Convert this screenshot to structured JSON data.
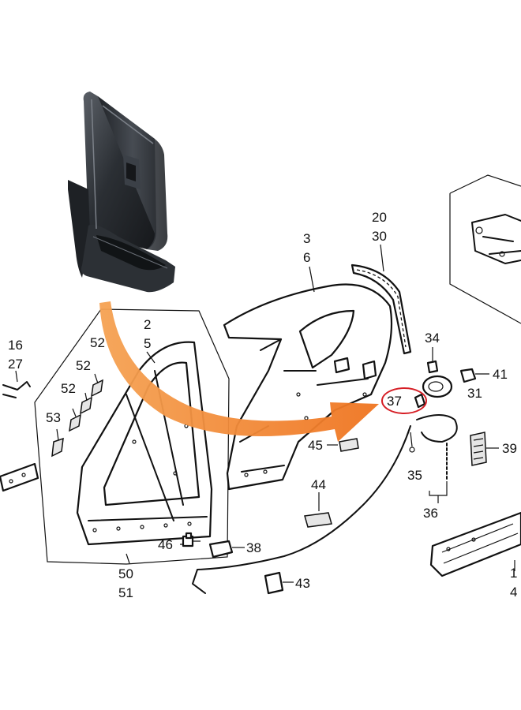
{
  "labels": {
    "l2": "2",
    "l5": "5",
    "l3": "3",
    "l6": "6",
    "l16": "16",
    "l27": "27",
    "l20": "20",
    "l30": "30",
    "l52a": "52",
    "l52b": "52",
    "l52c": "52",
    "l53": "53",
    "l34": "34",
    "l41": "41",
    "l31": "31",
    "l37": "37",
    "l45": "45",
    "l39": "39",
    "l35": "35",
    "l36": "36",
    "l44": "44",
    "l46": "46",
    "l38": "38",
    "l43": "43",
    "l50": "50",
    "l51": "51",
    "l1": "1",
    "l4": "4"
  },
  "colors": {
    "arrow": "#f07f2a",
    "highlight_circle": "#d61f26",
    "clip_dark": "#2a2e33",
    "line": "#111111"
  },
  "highlighted_part": "37"
}
